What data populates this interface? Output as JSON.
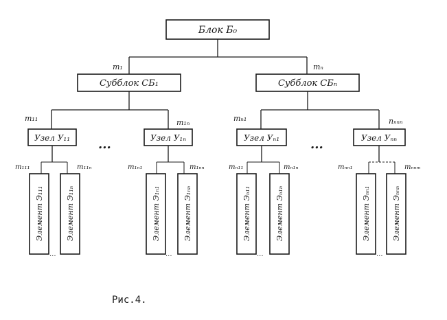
{
  "root": {
    "label": "Блок Б₀"
  },
  "subblocks": [
    {
      "label": "Субблок СБ₁",
      "weight": "m₁"
    },
    {
      "label": "Субблок СБₙ",
      "weight": "mₙ"
    }
  ],
  "nodes": [
    {
      "label": "Узел У₁₁",
      "weight": "m₁₁"
    },
    {
      "label": "Узел У₁ₙ",
      "weight": "m₁ₙ"
    },
    {
      "label": "Узел Уₙ₁",
      "weight": "mₙ₁"
    },
    {
      "label": "Узел Уₙₙ",
      "weight": "nₙₙₙ"
    }
  ],
  "elements": [
    {
      "label": "Элемент Э₁₁₁",
      "weight": "m₁₁₁"
    },
    {
      "label": "Элемент Э₁₁ₙ",
      "weight": "m₁₁ₙ"
    },
    {
      "label": "Элемент Э₁ₙ₁",
      "weight": "m₁ₙ₁"
    },
    {
      "label": "Элемент Э₁ₙₙ",
      "weight": "m₁ₙₙ"
    },
    {
      "label": "Элемент Эₙ₁₁",
      "weight": "mₙ₁₁"
    },
    {
      "label": "Элемент Эₙ₁ₙ",
      "weight": "mₙ₁ₙ"
    },
    {
      "label": "Элемент Эₙₙ₁",
      "weight": "mₙₙ₁"
    },
    {
      "label": "Элемент Эₙₙₙ",
      "weight": "mₙₙₘ"
    }
  ],
  "ellipsis": "...",
  "caption": "Рис.4."
}
